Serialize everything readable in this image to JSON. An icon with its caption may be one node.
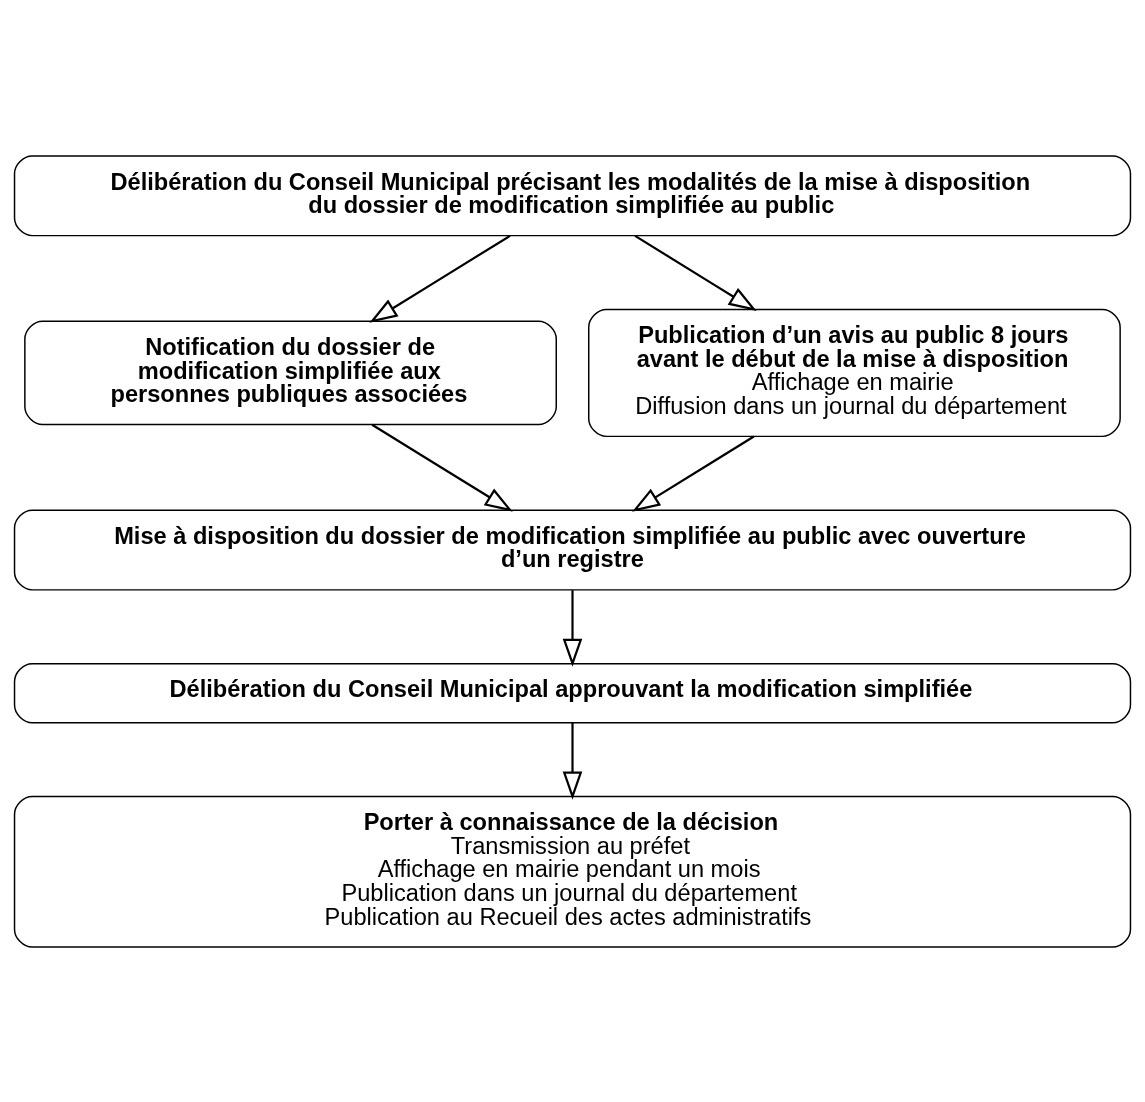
{
  "diagram": {
    "nodes": [
      {
        "text": [
          "Délibération du Conseil Municipal précisant les modalités de la mise à disposition du dossier de modification simplifiée au public"
        ]
      },
      {
        "text": [
          "Notification du dossier de modification simplifiée aux personnes publiques associées"
        ]
      },
      {
        "text": [
          "Publication d’un avis au public 8 jours avant le début de la mise à disposition",
          "Affichage en mairie",
          "Diffusion dans un journal du département"
        ]
      },
      {
        "text": [
          "Mise à disposition du dossier de modification simplifiée au public avec ouverture d’un registre"
        ]
      },
      {
        "text": [
          "Délibération du Conseil Municipal approuvant la modification simplifiée"
        ]
      },
      {
        "text": [
          "Porter à connaissance de la décision",
          "Transmission au préfet",
          "Affichage en mairie pendant un mois",
          "Publication dans un journal du département",
          "Publication au Recueil des actes administratifs"
        ]
      }
    ],
    "edges": [
      {
        "from": 0,
        "to": 1,
        "arrow": "to"
      },
      {
        "from": 0,
        "to": 2,
        "arrow": "to"
      },
      {
        "from": 1,
        "to": 3,
        "arrow": "to"
      },
      {
        "from": 2,
        "to": 3,
        "arrow": "to"
      },
      {
        "from": 3,
        "to": 4,
        "arrow": "to"
      },
      {
        "from": 4,
        "to": 5,
        "arrow": "to"
      }
    ]
  }
}
